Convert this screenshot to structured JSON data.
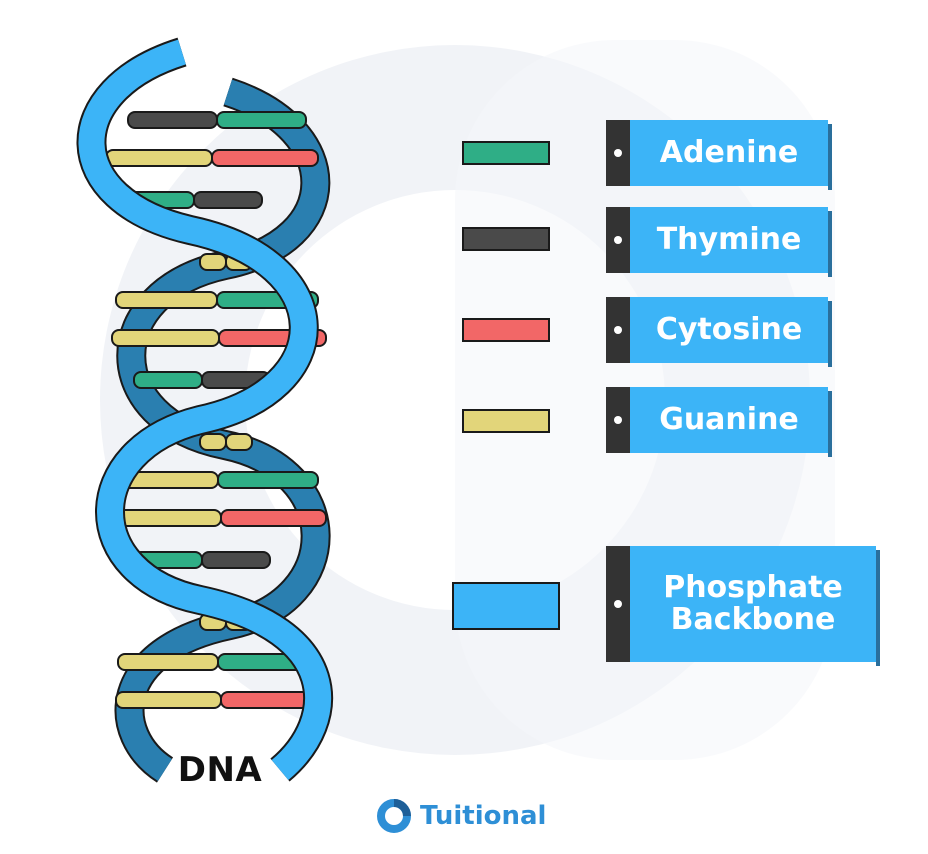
{
  "diagram": {
    "label": "DNA",
    "colors": {
      "adenine": "#2fae86",
      "thymine": "#4a4a4a",
      "cytosine": "#f26767",
      "guanine": "#e2d57a",
      "backbone": "#3cb4f7",
      "backbone_dark": "#2a7fb0"
    }
  },
  "legend": {
    "items": [
      {
        "name": "Adenine",
        "color": "#2fae86"
      },
      {
        "name": "Thymine",
        "color": "#4a4a4a"
      },
      {
        "name": "Cytosine",
        "color": "#f26767"
      },
      {
        "name": "Guanine",
        "color": "#e2d57a"
      }
    ],
    "backbone": {
      "line1": "Phosphate",
      "line2": "Backbone",
      "color": "#3cb4f7"
    }
  },
  "brand": {
    "name": "Tuitional",
    "icon": "ring-logo-icon"
  }
}
